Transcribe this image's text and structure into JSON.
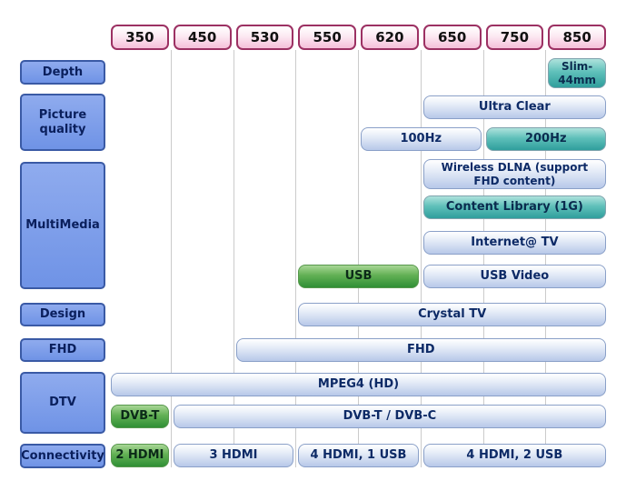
{
  "columns": [
    "350",
    "450",
    "530",
    "550",
    "620",
    "650",
    "750",
    "850"
  ],
  "rows": {
    "depth": {
      "label": "Depth"
    },
    "picture_quality": {
      "label": "Picture quality"
    },
    "multimedia": {
      "label": "MultiMedia"
    },
    "design": {
      "label": "Design"
    },
    "fhd": {
      "label": "FHD"
    },
    "dtv": {
      "label": "DTV"
    },
    "connectivity": {
      "label": "Connectivity"
    }
  },
  "bars": {
    "slim_44mm": {
      "label": "Slim-44mm",
      "row": "Depth",
      "models": "850",
      "color": "teal"
    },
    "ultra_clear": {
      "label": "Ultra Clear",
      "row": "Picture quality",
      "models": "650-850",
      "color": "blue"
    },
    "hz_100": {
      "label": "100Hz",
      "row": "Picture quality",
      "models": "620-650",
      "color": "blue"
    },
    "hz_200": {
      "label": "200Hz",
      "row": "Picture quality",
      "models": "750-850",
      "color": "teal"
    },
    "wireless_dlna": {
      "label": "Wireless DLNA (support FHD content)",
      "row": "MultiMedia",
      "models": "650-850",
      "color": "blue"
    },
    "content_library": {
      "label": "Content Library (1G)",
      "row": "MultiMedia",
      "models": "650-850",
      "color": "teal"
    },
    "internet_tv": {
      "label": "Internet@ TV",
      "row": "MultiMedia",
      "models": "650-850",
      "color": "blue"
    },
    "usb": {
      "label": "USB",
      "row": "MultiMedia",
      "models": "550-620",
      "color": "green"
    },
    "usb_video": {
      "label": "USB Video",
      "row": "MultiMedia",
      "models": "650-850",
      "color": "blue"
    },
    "crystal_tv": {
      "label": "Crystal TV",
      "row": "Design",
      "models": "550-850",
      "color": "blue"
    },
    "fhd": {
      "label": "FHD",
      "row": "FHD",
      "models": "530-850",
      "color": "blue"
    },
    "mpeg4_hd": {
      "label": "MPEG4 (HD)",
      "row": "DTV",
      "models": "350-850",
      "color": "blue"
    },
    "dvb_t": {
      "label": "DVB-T",
      "row": "DTV",
      "models": "350",
      "color": "green"
    },
    "dvb_t_c": {
      "label": "DVB-T / DVB-C",
      "row": "DTV",
      "models": "450-850",
      "color": "blue"
    },
    "hdmi_2": {
      "label": "2 HDMI",
      "row": "Connectivity",
      "models": "350",
      "color": "green"
    },
    "hdmi_3": {
      "label": "3 HDMI",
      "row": "Connectivity",
      "models": "450-530",
      "color": "blue"
    },
    "hdmi_4_1usb": {
      "label": "4 HDMI, 1 USB",
      "row": "Connectivity",
      "models": "550-620",
      "color": "blue"
    },
    "hdmi_4_2usb": {
      "label": "4 HDMI, 2 USB",
      "row": "Connectivity",
      "models": "650-850",
      "color": "blue"
    }
  },
  "colors": {
    "header_border": "#9c3163",
    "header_fill": "#f5c0da",
    "row_label_fill": "#6f93e6",
    "row_label_border": "#3a5aa5",
    "bar_blue": "#b7c8e9",
    "bar_teal": "#2f9e9c",
    "bar_green": "#2f8f35",
    "text": "#0d2a66"
  }
}
